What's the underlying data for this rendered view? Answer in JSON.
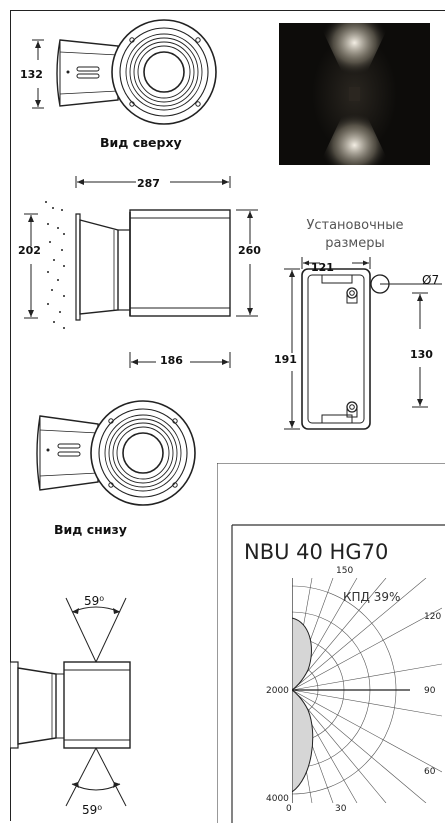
{
  "views": {
    "top_caption": "Вид сверху",
    "bottom_caption": "Вид снизу"
  },
  "dimensions": {
    "top_height": "132",
    "overall_length": "287",
    "wall_height": "202",
    "body_height": "260",
    "body_width": "186",
    "mount_width": "121",
    "mount_height": "191",
    "mount_hole_spacing": "130",
    "hole_diameter": "Ø7"
  },
  "mounting": {
    "title_line1": "Установочные",
    "title_line2": "размеры"
  },
  "beam": {
    "top_angle": "59⁰",
    "bottom_angle": "59⁰"
  },
  "polar": {
    "title": "NBU 40 HG70",
    "efficiency": "КПД 39%",
    "labels": {
      "top": "150",
      "right_120": "120",
      "right_90": "90",
      "right_60": "60",
      "left_2000": "2000",
      "left_4000": "4000",
      "bottom_0": "0",
      "bottom_30": "30"
    }
  },
  "photo": {
    "icon": "light-beam-photo"
  }
}
